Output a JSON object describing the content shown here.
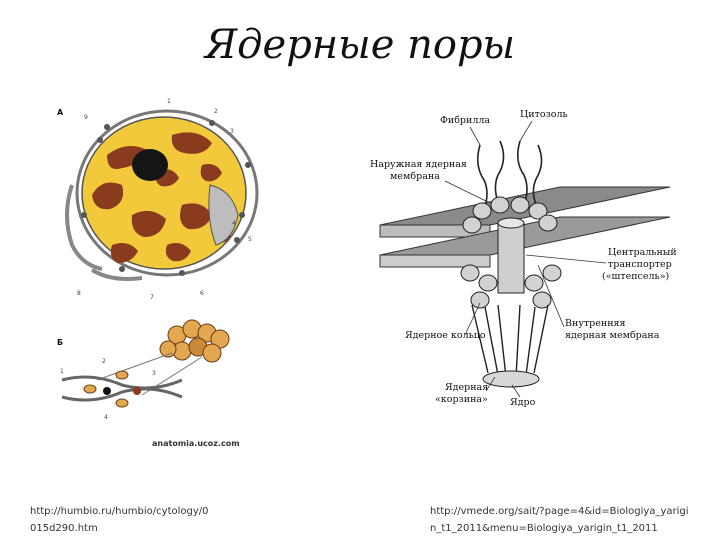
{
  "slide": {
    "title": "Ядерные поры",
    "figure_left": {
      "panel_a": "А",
      "panel_b": "Б",
      "numbers": [
        "1",
        "2",
        "3",
        "4",
        "5",
        "6",
        "7",
        "8",
        "9"
      ],
      "watermark": "anatomia.ucoz.com"
    },
    "figure_right": {
      "labels": {
        "fibril": "Фибрилла",
        "cytosol": "Цитозоль",
        "outer_membrane_1": "Наружная ядерная",
        "outer_membrane_2": "мембрана",
        "transporter_1": "Центральный",
        "transporter_2": "транспортер",
        "transporter_3": "(«штепсель»)",
        "nuclear_ring": "Ядерное кольцо",
        "inner_membrane_1": "Внутренняя",
        "inner_membrane_2": "ядерная мембрана",
        "basket_1": "Ядерная",
        "basket_2": "«корзина»",
        "nucleus": "Ядро"
      }
    },
    "source_left": {
      "line1": "http://humbio.ru/humbio/cytology/0",
      "line2": "015d290.htm"
    },
    "source_right": {
      "line1": "http://vmede.org/sait/?page=4&id=Biologiya_yarigi",
      "line2": "n_t1_2011&menu=Biologiya_yarigin_t1_2011"
    }
  }
}
